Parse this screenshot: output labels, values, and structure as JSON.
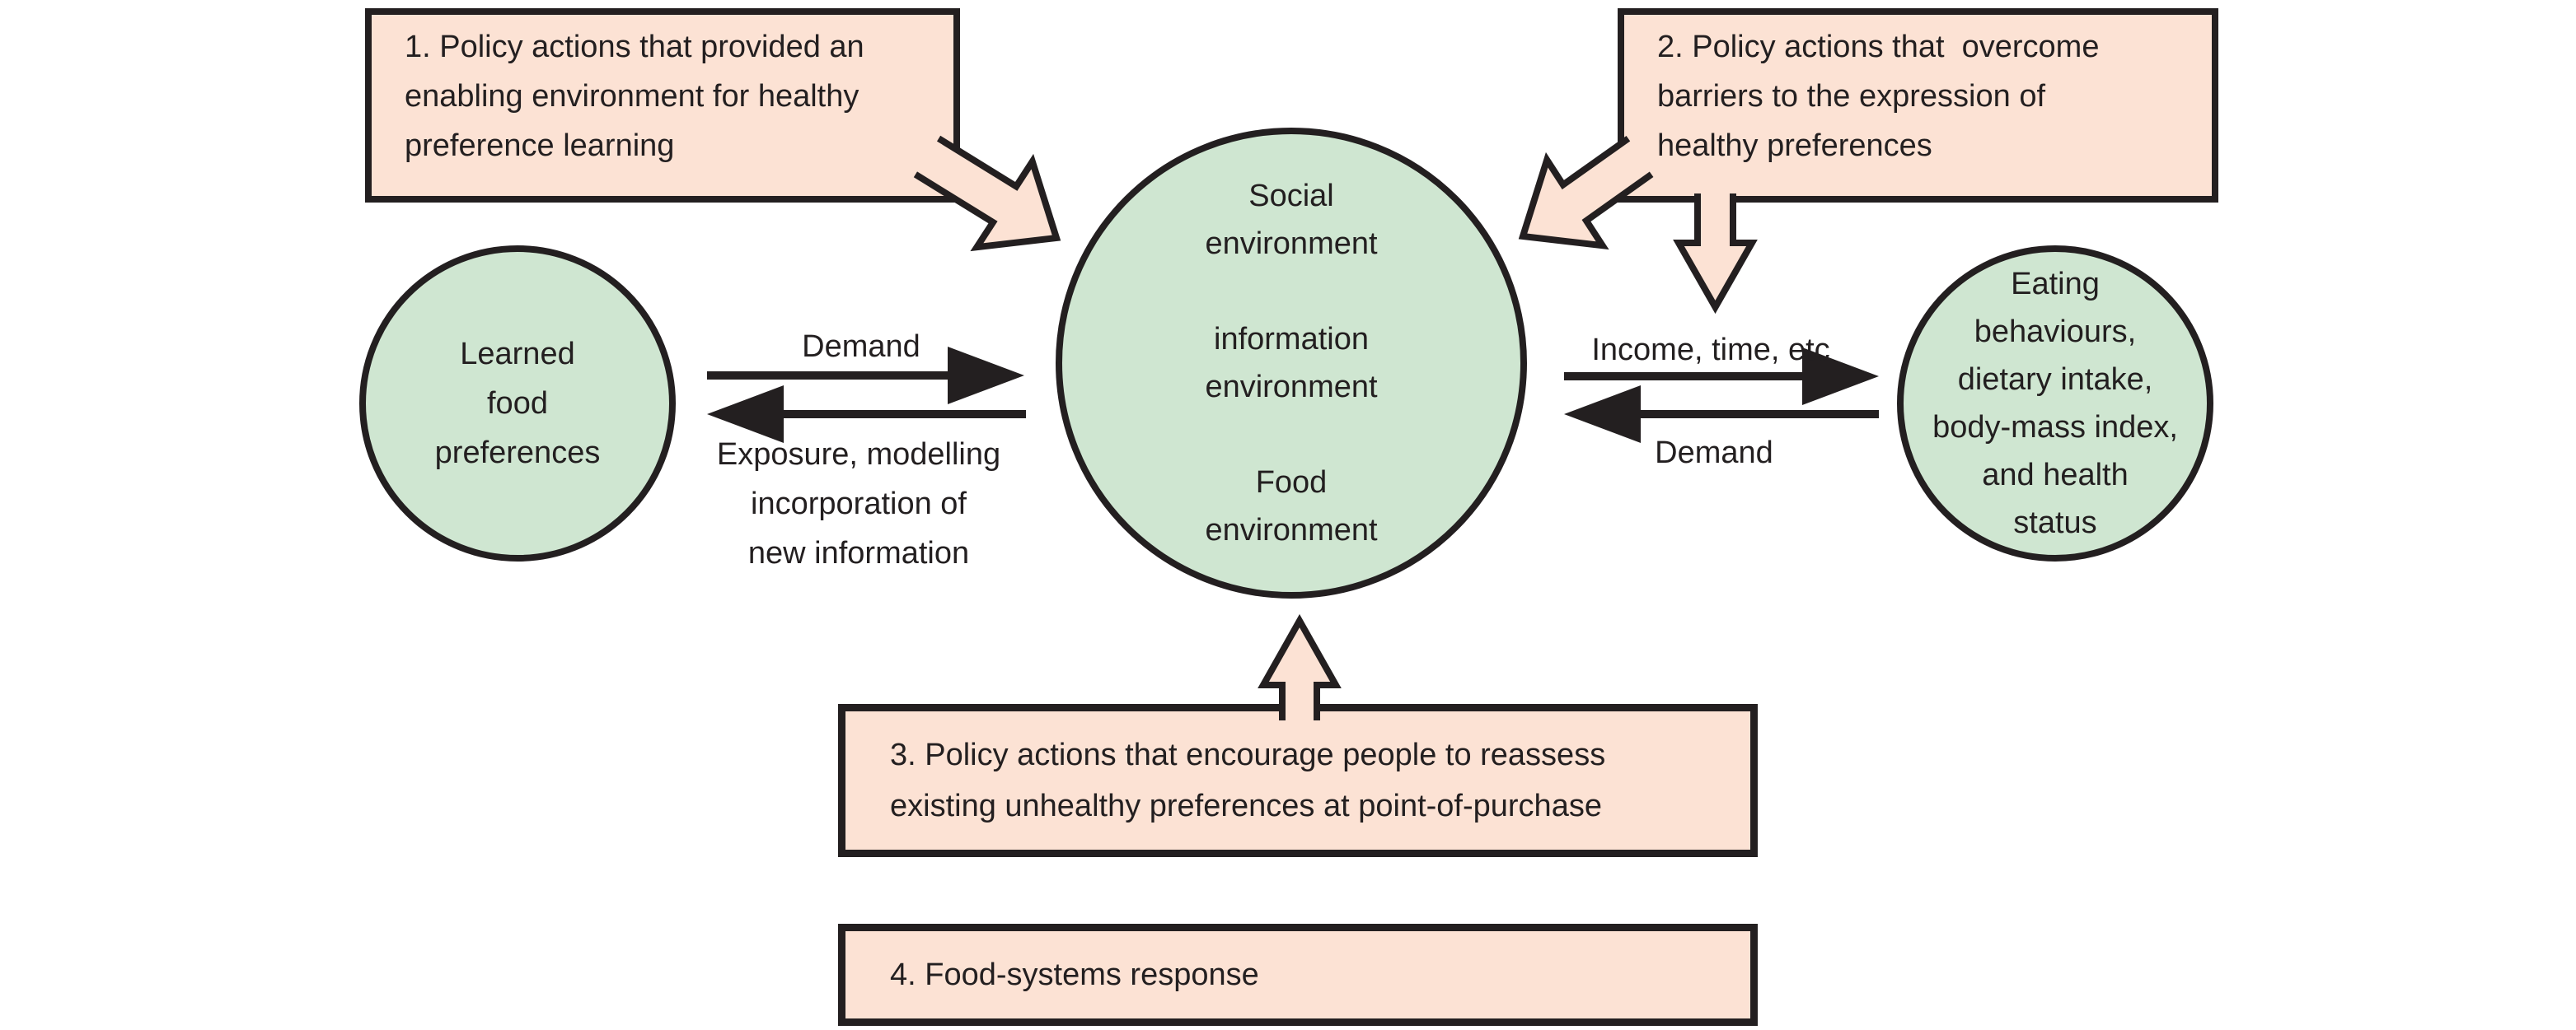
{
  "figure": {
    "colors": {
      "box_fill": "#fce2d4",
      "circle_fill": "#cfe6d1",
      "ink": "#231f20",
      "background": "#ffffff"
    },
    "boxes": {
      "policy1": "1. Policy actions that provided an\nenabling environment for healthy\npreference learning",
      "policy2": "2. Policy actions that  overcome\nbarriers to the expression of\nhealthy preferences",
      "policy3": "3. Policy actions that encourage people to reassess\nexisting unhealthy preferences at point-of-purchase",
      "policy4": "4. Food-systems response"
    },
    "circles": {
      "left": "Learned\nfood\npreferences",
      "center": "Social\nenvironment\n\ninformation\nenvironment\n\nFood\nenvironment",
      "right": "Eating\nbehaviours,\ndietary intake,\nbody-mass index,\nand health\nstatus"
    },
    "arrow_labels": {
      "left_forward": "Demand",
      "left_back": "Exposure, modelling\nincorporation of\nnew information",
      "right_forward": "Income, time, etc",
      "right_back": "Demand"
    }
  }
}
